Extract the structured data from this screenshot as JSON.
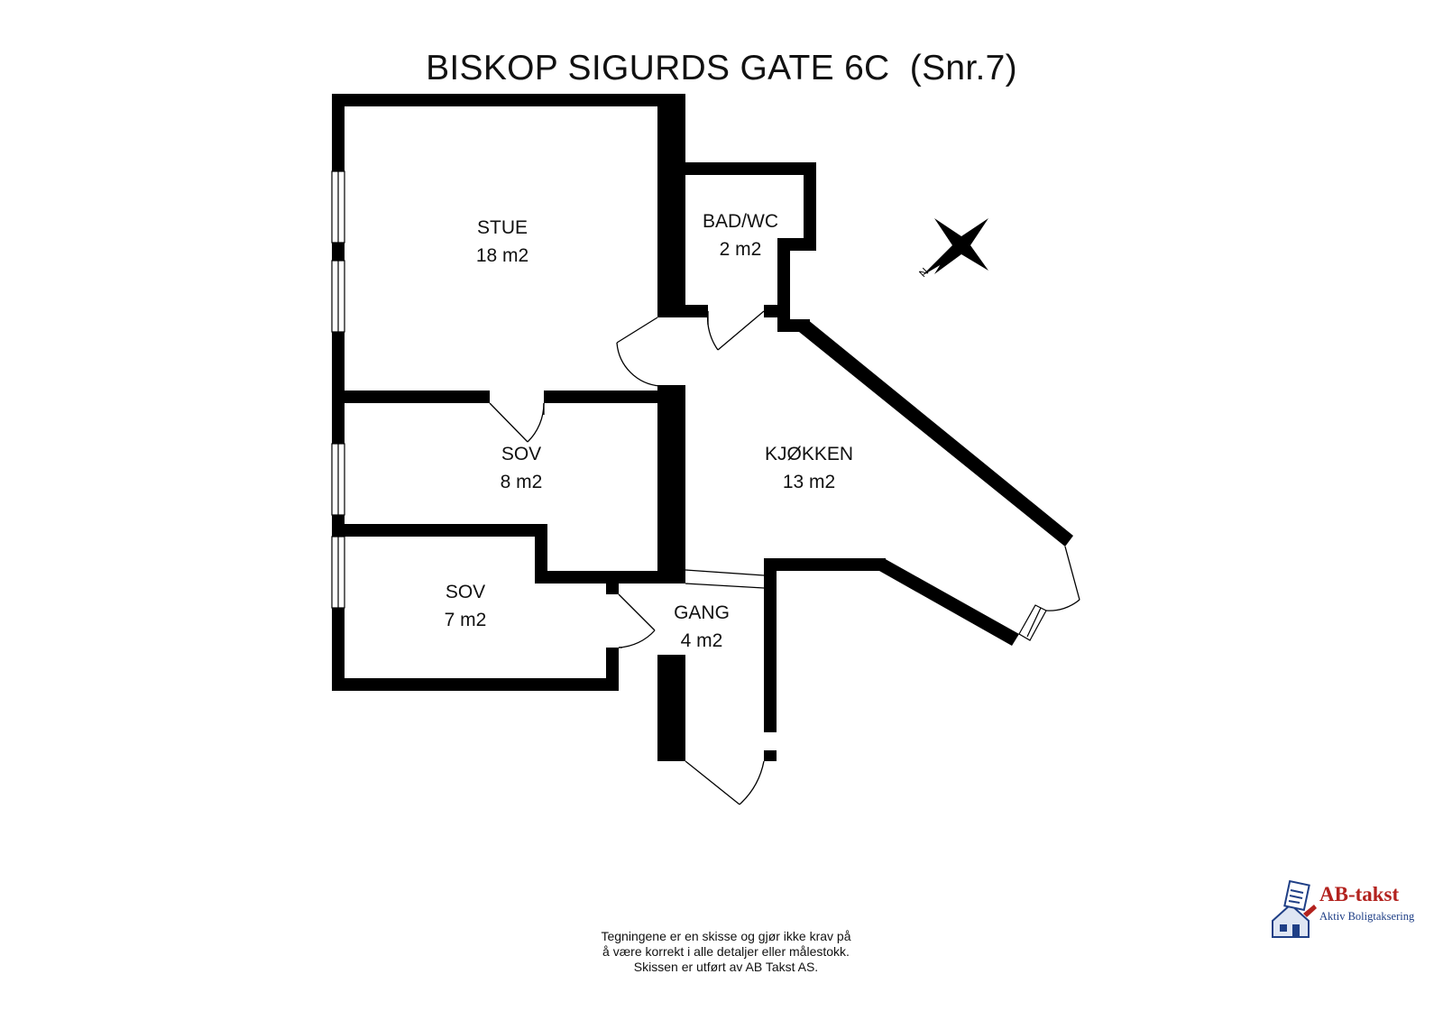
{
  "title": "BISKOP SIGURDS GATE 6C  (Snr.7)",
  "rooms": [
    {
      "id": "stue",
      "name": "STUE",
      "area": "18 m2"
    },
    {
      "id": "bad",
      "name": "BAD/WC",
      "area": "2 m2"
    },
    {
      "id": "kjokken",
      "name": "KJØKKEN",
      "area": "13 m2"
    },
    {
      "id": "sov1",
      "name": "SOV",
      "area": "8 m2"
    },
    {
      "id": "sov2",
      "name": "SOV",
      "area": "7 m2"
    },
    {
      "id": "gang",
      "name": "GANG",
      "area": "4 m2"
    }
  ],
  "compass": {
    "label": "N",
    "icon": "compass-rose-icon"
  },
  "disclaimer": [
    "Tegningene er en skisse og gjør ikke krav på",
    "å være korrekt i alle detaljer eller målestokk.",
    "Skissen er utført av AB Takst AS."
  ],
  "logo": {
    "main": "AB-takst",
    "sub": "Aktiv Boligtaksering",
    "colors": {
      "main": "#b3221e",
      "sub": "#1f3f86"
    }
  },
  "colors": {
    "wall": "#000000",
    "background": "#ffffff"
  }
}
